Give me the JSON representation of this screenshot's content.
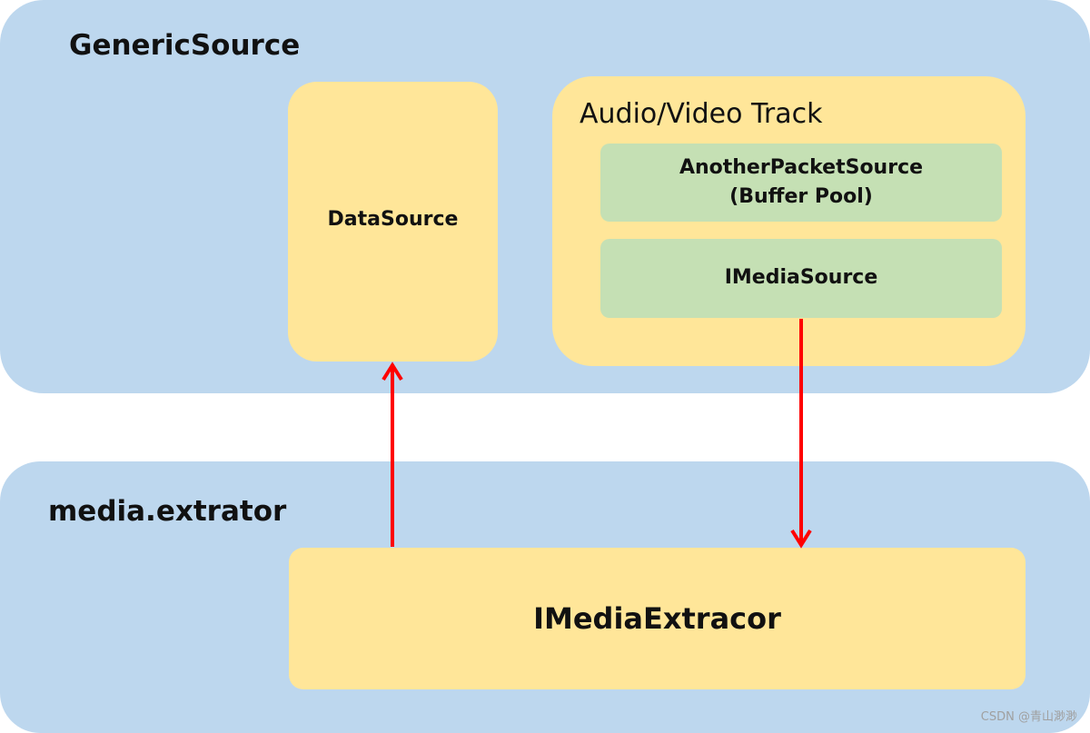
{
  "generic_source": {
    "title": "GenericSource",
    "data_source": {
      "label": "DataSource"
    },
    "track": {
      "title": "Audio/Video Track",
      "packet_source": {
        "line1": "AnotherPacketSource",
        "line2": "(Buffer Pool)"
      },
      "media_source": {
        "label": "IMediaSource"
      }
    }
  },
  "media_extractor": {
    "title": "media.extrator",
    "extractor": {
      "label": "IMediaExtracor"
    }
  },
  "watermark": "CSDN @青山渺渺",
  "colors": {
    "panel": "#bdd7ee",
    "box": "#ffe699",
    "inner": "#c5e0b4",
    "arrow": "#ff0000"
  }
}
